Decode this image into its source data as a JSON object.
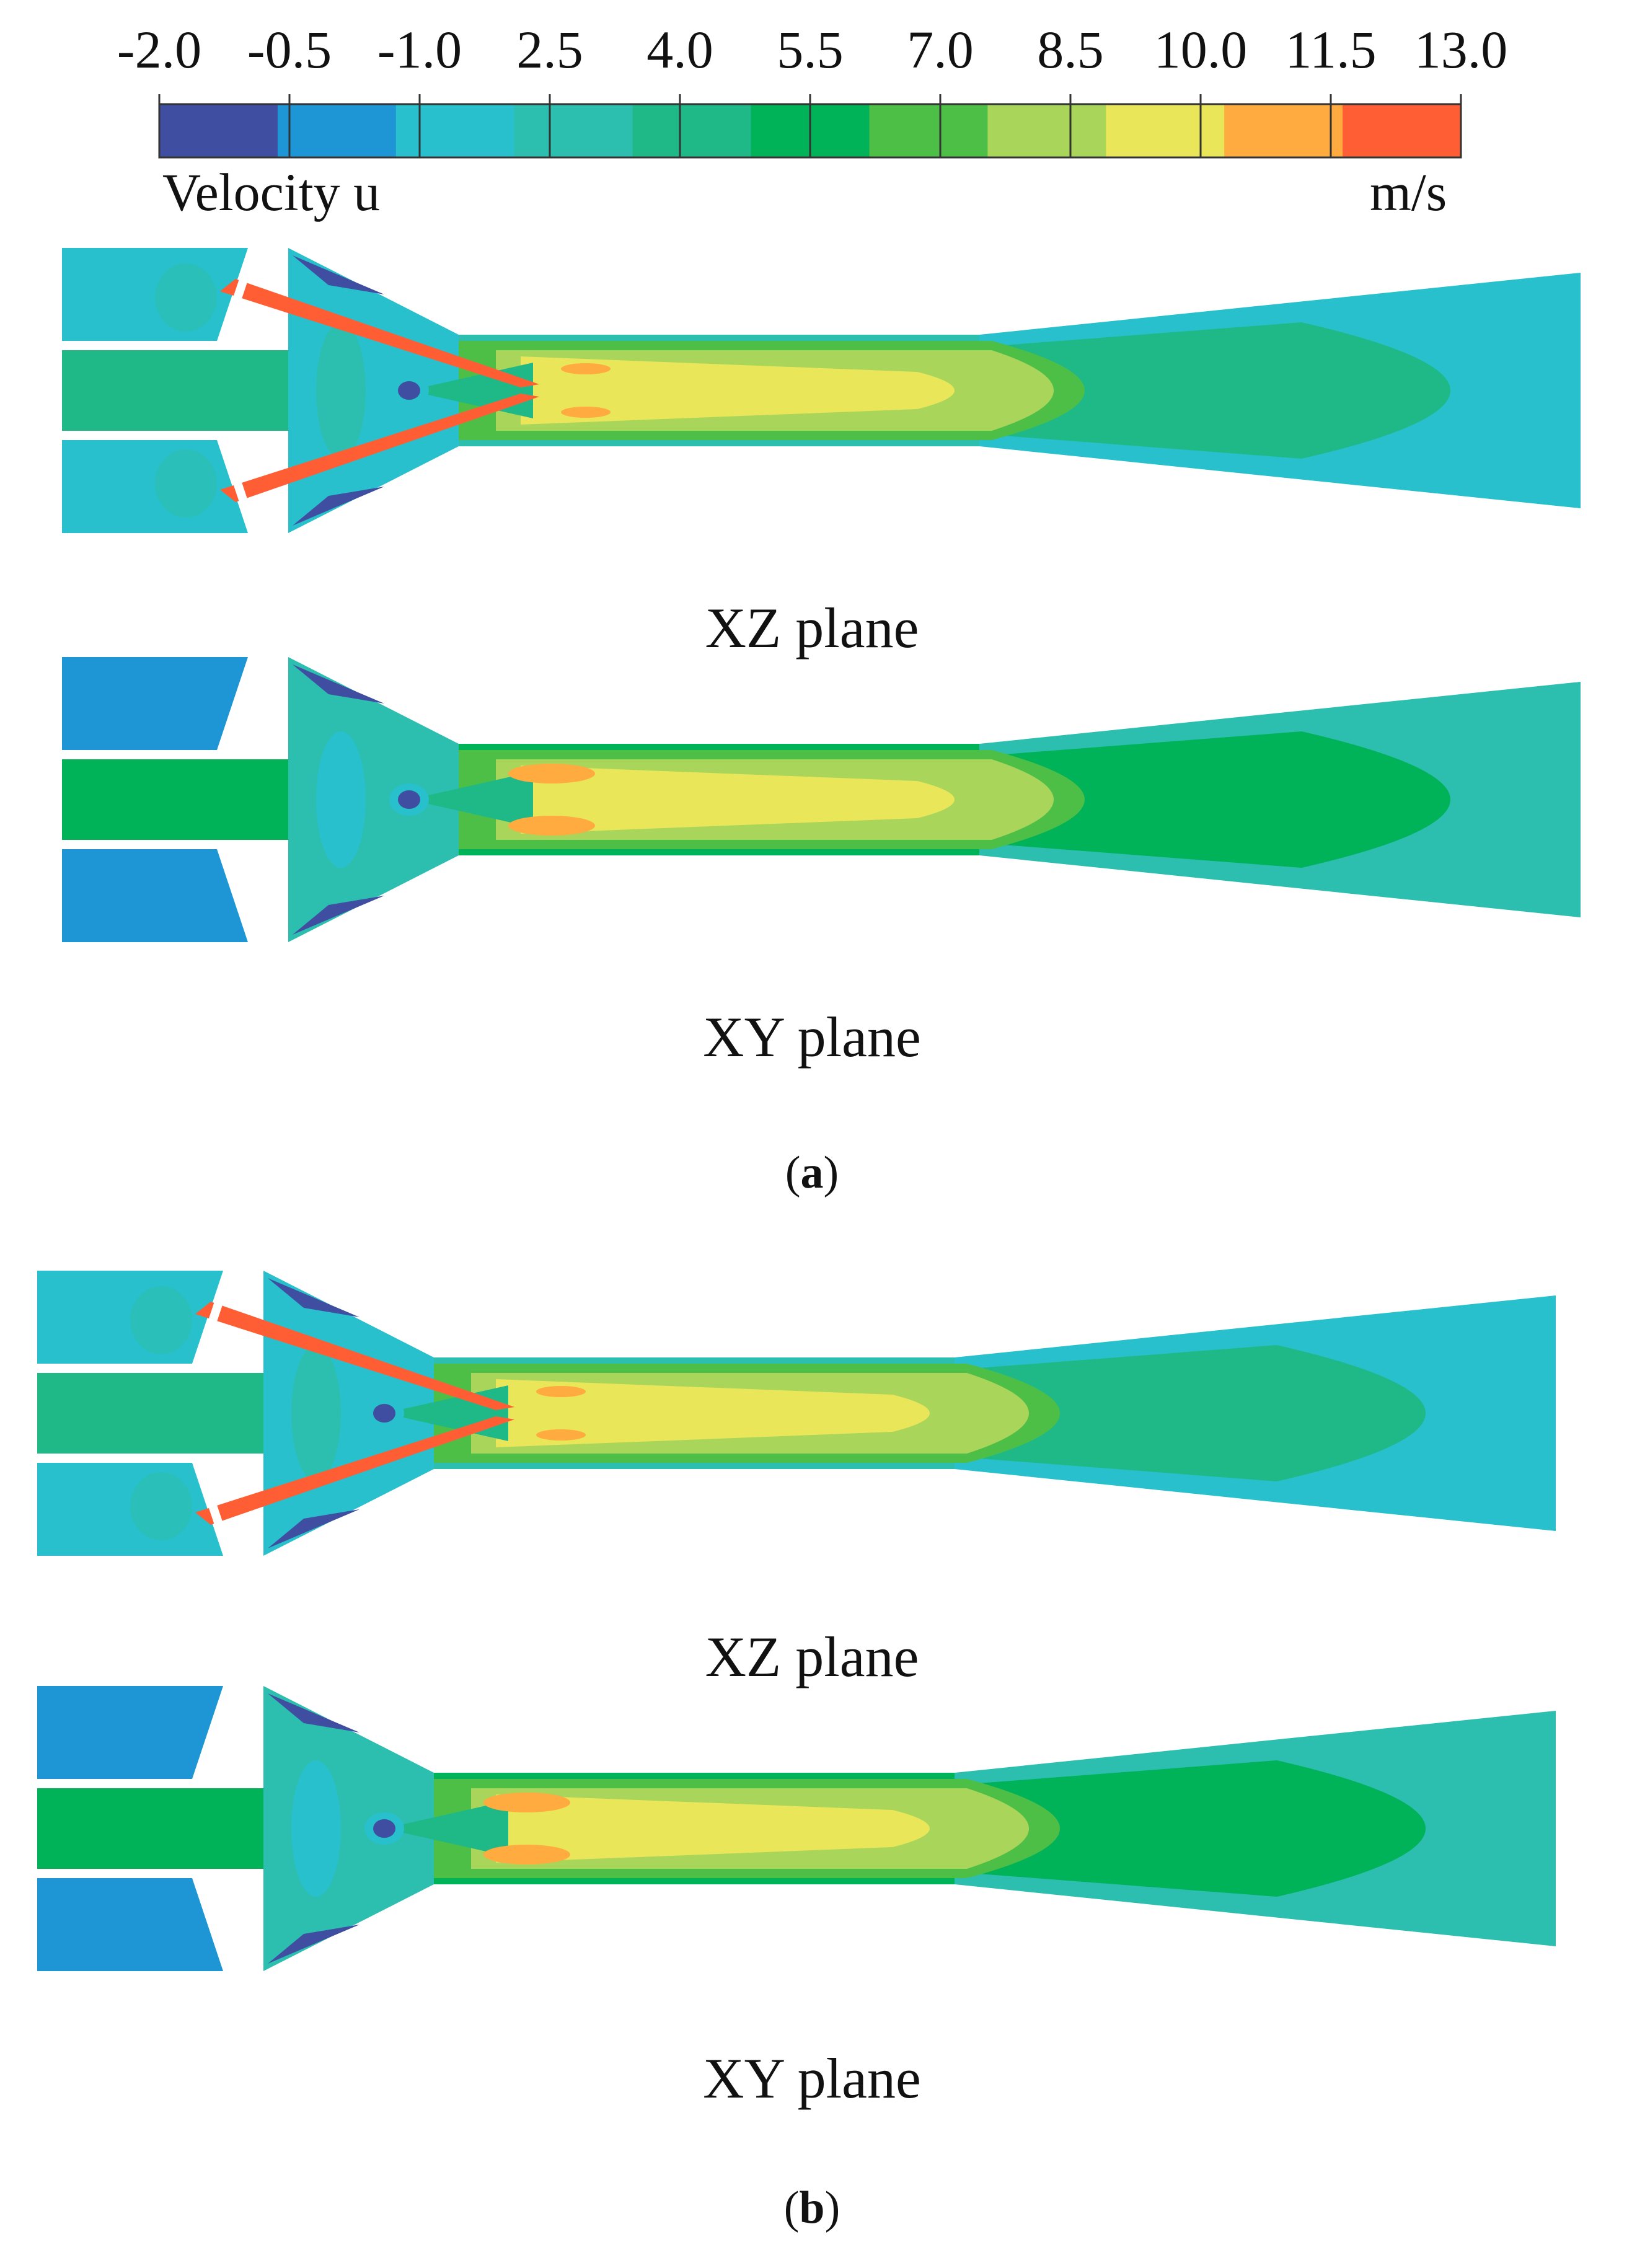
{
  "colorbar": {
    "title": "Velocity u",
    "unit": "m/s",
    "tick_labels": [
      "-2.0",
      "-0.5",
      "-1.0",
      "2.5",
      "4.0",
      "5.5",
      "7.0",
      "8.5",
      "10.0",
      "11.5",
      "13.0"
    ],
    "colors": [
      "#3f4ea0",
      "#1e96d6",
      "#27c0cc",
      "#2cbfb0",
      "#1fb988",
      "#00b258",
      "#4dbf47",
      "#a9d55a",
      "#e9e659",
      "#ffab3f",
      "#ff5e35"
    ]
  },
  "palette": {
    "navy": "#3f4ea0",
    "blue": "#1e96d6",
    "cyan": "#27c0cc",
    "teal": "#2cbfb0",
    "seagreen": "#1fb988",
    "green": "#00b258",
    "lightgreen": "#4dbf47",
    "lime": "#a9d55a",
    "yellow": "#e9e659",
    "orange": "#ffab3f",
    "red": "#ff5e35"
  },
  "panels": [
    {
      "label_letter": "a",
      "paren_open": "(",
      "paren_close": ")",
      "plots": [
        {
          "plane": "XZ plane",
          "jets": "red"
        },
        {
          "plane": "XY plane",
          "jets": "orange"
        }
      ]
    },
    {
      "label_letter": "b",
      "paren_open": "(",
      "paren_close": ")",
      "plots": [
        {
          "plane": "XZ plane",
          "jets": "red"
        },
        {
          "plane": "XY plane",
          "jets": "orange"
        }
      ]
    }
  ]
}
